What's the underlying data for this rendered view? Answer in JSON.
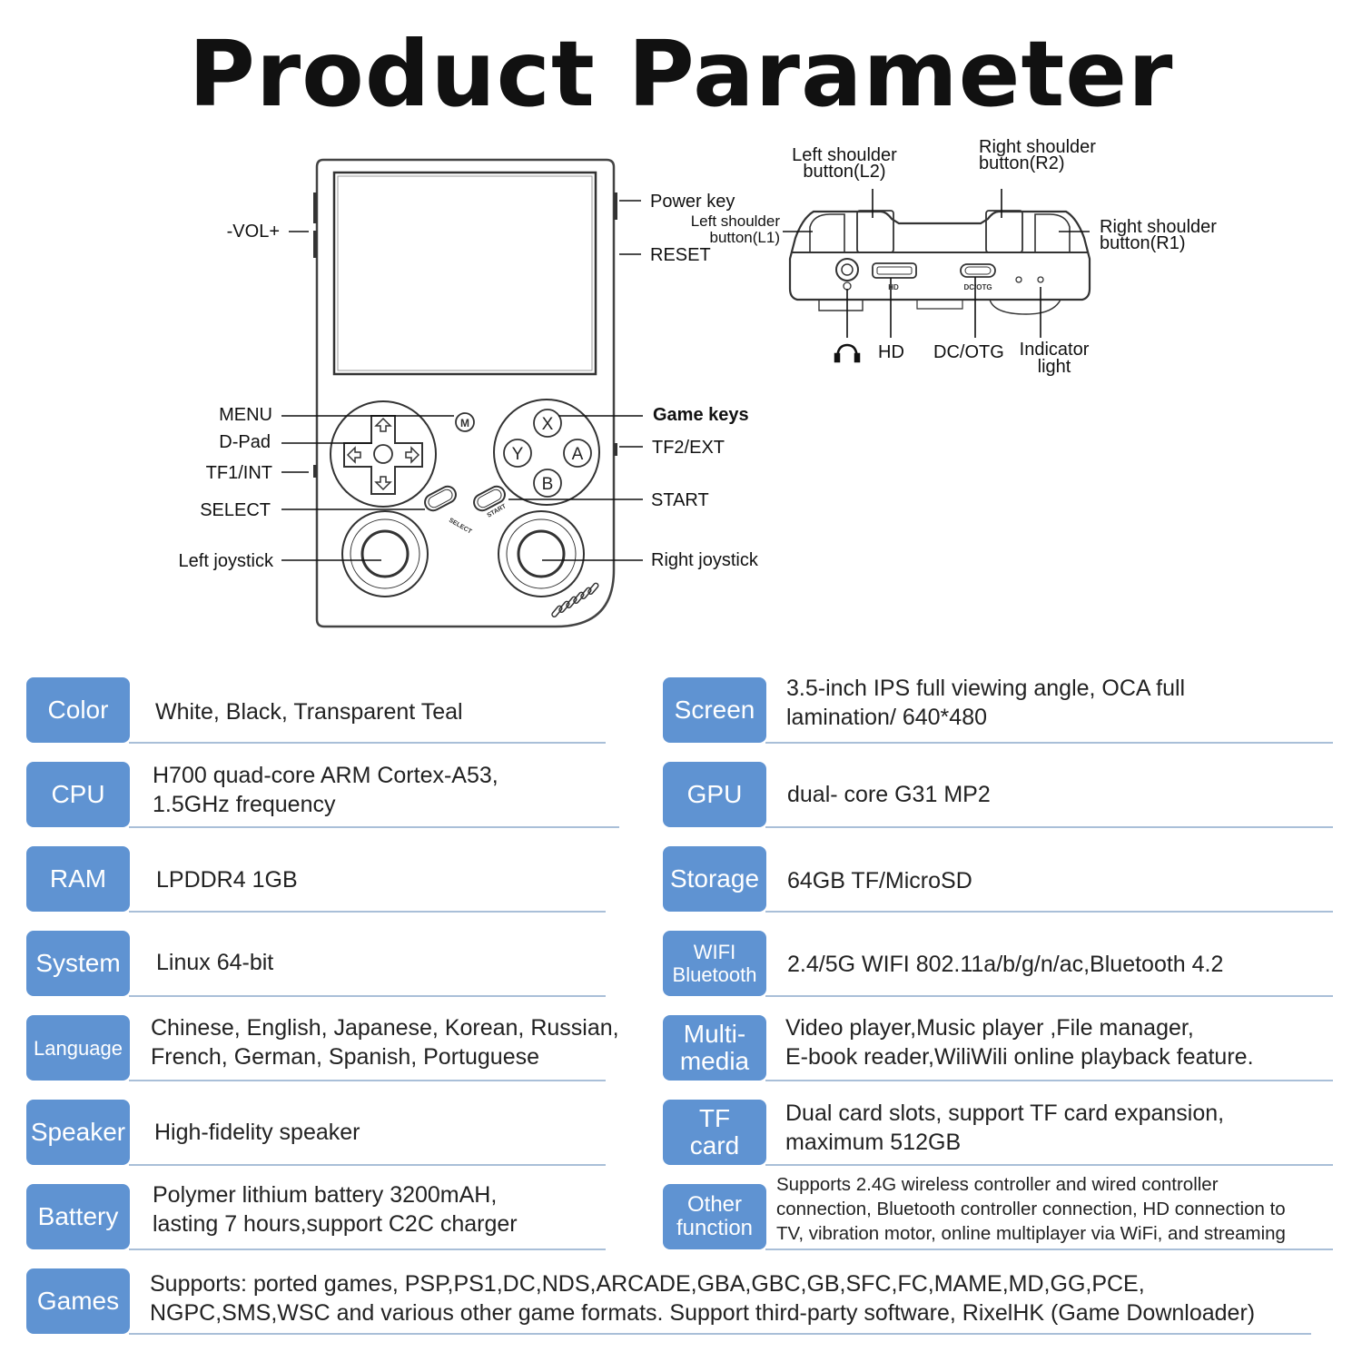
{
  "page_title": "Product Parameter",
  "front_labels": {
    "vol": "-VOL+",
    "power_key": "Power key",
    "reset": "RESET",
    "menu": "MENU",
    "dpad": "D-Pad",
    "tf1": "TF1/INT",
    "select": "SELECT",
    "left_joystick": "Left joystick",
    "game_keys": "Game keys",
    "tf2": "TF2/EXT",
    "start": "START",
    "right_joystick": "Right joystick"
  },
  "button_marks": {
    "x": "X",
    "y": "Y",
    "a": "A",
    "b": "B",
    "m": "M",
    "select": "SELECT",
    "start": "START"
  },
  "top_labels": {
    "l2_line1": "Left shoulder",
    "l2_line2": "button(L2)",
    "r2_line1": "Right shoulder",
    "r2_line2": "button(R2)",
    "l1_line1": "Left shoulder",
    "l1_line2": "button(L1)",
    "r1_line1": "Right shoulder",
    "r1_line2": "button(R1)",
    "hd": "HD",
    "dcotg": "DC/OTG",
    "indicator_line1": "Indicator",
    "indicator_line2": "light",
    "port_hd": "HD",
    "port_dcotg": "DC/OTG"
  },
  "specs": {
    "color": {
      "label": "Color",
      "value": "White, Black, Transparent Teal"
    },
    "cpu": {
      "label": "CPU",
      "value_1": "H700 quad-core ARM Cortex-A53,",
      "value_2": "1.5GHz frequency"
    },
    "ram": {
      "label": "RAM",
      "value": "LPDDR4  1GB"
    },
    "system": {
      "label": "System",
      "value": "Linux 64-bit"
    },
    "language": {
      "label": "Language",
      "value_1": "Chinese, English, Japanese, Korean, Russian,",
      "value_2": "French, German, Spanish, Portuguese"
    },
    "speaker": {
      "label": "Speaker",
      "value": "High-fidelity speaker"
    },
    "battery": {
      "label": "Battery",
      "value_1": "Polymer lithium battery 3200mAH,",
      "value_2": "lasting 7  hours,support C2C charger"
    },
    "screen": {
      "label": "Screen",
      "value_1": "3.5-inch IPS full viewing angle, OCA full",
      "value_2": "lamination/ 640*480"
    },
    "gpu": {
      "label": "GPU",
      "value": "dual- core G31 MP2"
    },
    "storage": {
      "label": "Storage",
      "value": "64GB TF/MicroSD"
    },
    "wifi": {
      "label_1": "WIFI",
      "label_2": "Bluetooth",
      "value": "2.4/5G WIFI 802.11a/b/g/n/ac,Bluetooth 4.2"
    },
    "multimedia": {
      "label_1": "Multi-",
      "label_2": "media",
      "value_1": "Video  player,Music player ,File manager,",
      "value_2": "E-book reader,WiliWili online playback feature."
    },
    "tfcard": {
      "label_1": "TF",
      "label_2": "card",
      "value_1": "Dual card slots, support TF card expansion,",
      "value_2": "maximum 512GB"
    },
    "other": {
      "label_1": "Other",
      "label_2": "function",
      "value_1": "Supports 2.4G wireless controller and wired controller",
      "value_2": "connection, Bluetooth controller connection, HD connection to",
      "value_3": "TV, vibration motor, online multiplayer via WiFi, and streaming"
    },
    "games": {
      "label": "Games",
      "value_1": "Supports: ported games, PSP,PS1,DC,NDS,ARCADE,GBA,GBC,GB,SFC,FC,MAME,MD,GG,PCE,",
      "value_2": "NGPC,SMS,WSC and various other game formats. Support third-party software, RixelHK (Game Downloader)"
    }
  }
}
